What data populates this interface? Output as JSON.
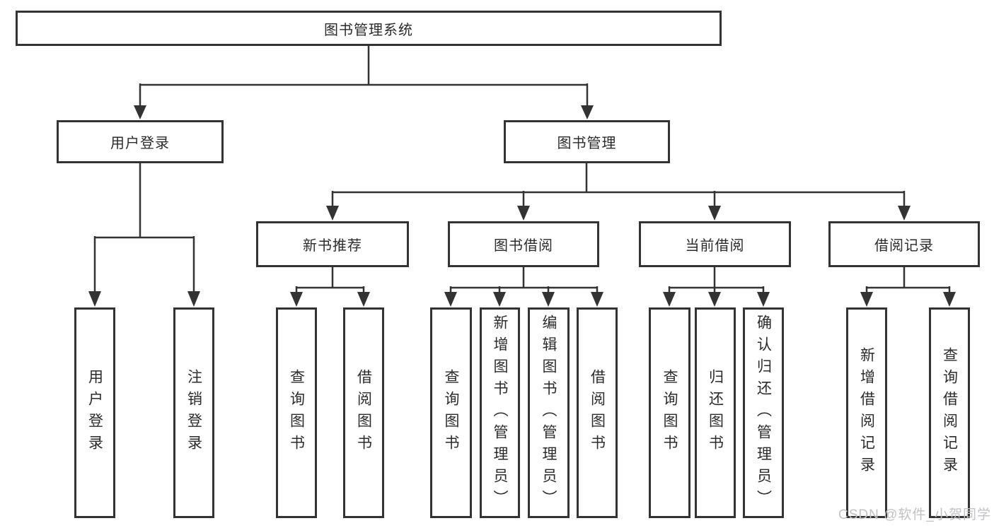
{
  "diagram_type": "hierarchy-tree",
  "tree": {
    "label": "图书管理系统",
    "children": [
      {
        "label": "用户登录",
        "children": [
          {
            "label": "用户登录"
          },
          {
            "label": "注销登录"
          }
        ]
      },
      {
        "label": "图书管理",
        "children": [
          {
            "label": "新书推荐",
            "children": [
              {
                "label": "查询图书"
              },
              {
                "label": "借阅图书"
              }
            ]
          },
          {
            "label": "图书借阅",
            "children": [
              {
                "label": "查询图书"
              },
              {
                "label": "新增图书（管理员）"
              },
              {
                "label": "编辑图书（管理员）"
              },
              {
                "label": "借阅图书"
              }
            ]
          },
          {
            "label": "当前借阅",
            "children": [
              {
                "label": "查询图书"
              },
              {
                "label": "归还图书"
              },
              {
                "label": "确认归还（管理员）"
              }
            ]
          },
          {
            "label": "借阅记录",
            "children": [
              {
                "label": "新增借阅记录"
              },
              {
                "label": "查询借阅记录"
              }
            ]
          }
        ]
      }
    ]
  },
  "watermark": {
    "text": "CSDN @软件_小贺同学"
  },
  "colors": {
    "line": "#333333",
    "box_fill": "#ffffff",
    "text": "#2b2b2b",
    "watermark": "#c2c2c6"
  }
}
